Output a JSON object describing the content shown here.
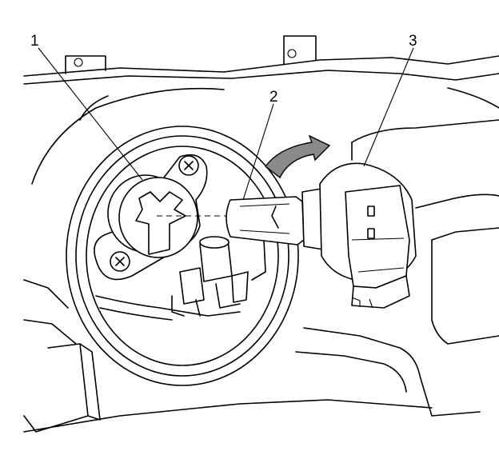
{
  "callouts": [
    {
      "id": "1",
      "label": "1"
    },
    {
      "id": "2",
      "label": "2"
    },
    {
      "id": "3",
      "label": "3"
    }
  ],
  "colors": {
    "line": "#000000",
    "background": "#ffffff",
    "shade": "#8a8a8a"
  },
  "icons": [
    "rotation-arrow-icon",
    "screw-icon"
  ]
}
